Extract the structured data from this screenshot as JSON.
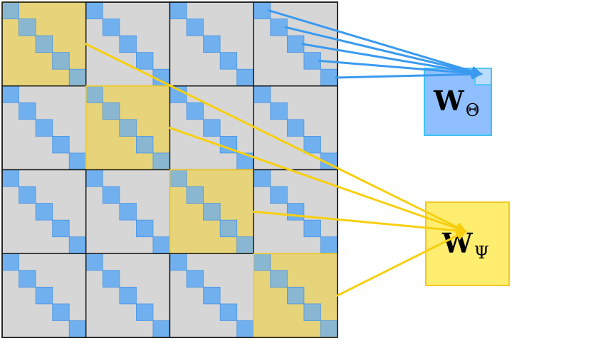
{
  "colors": {
    "block_bg": "#d6d6d6",
    "block_highlight": "#e6d37a",
    "diag_cell": "#6aaef0",
    "diag_edge": "#4b95e2",
    "grid_line": "#111111",
    "theta_fill": "#8fbfff",
    "theta_border": "#3fc3f0",
    "theta_arrow": "#3a9af0",
    "psi_fill": "#ffed70",
    "psi_border": "#f2c820",
    "psi_arrow": "#f7cf10"
  },
  "grid": {
    "rows": 4,
    "cols": 4,
    "diag_cells_per_block": 5
  },
  "theta_box": {
    "symbol": "W",
    "subscript": "Θ"
  },
  "psi_box": {
    "symbol": "W",
    "subscript": "Ψ"
  }
}
